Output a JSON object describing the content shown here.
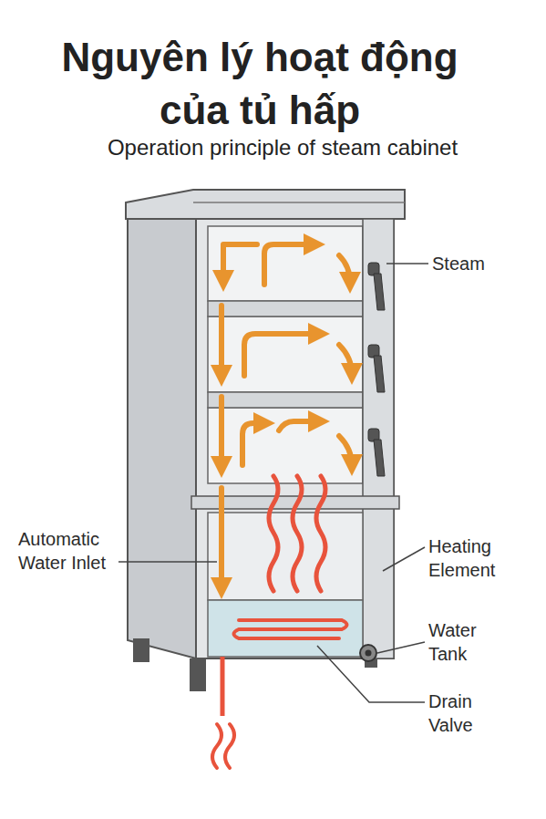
{
  "diagram": {
    "title": "Nguyên lý hoạt động của tủ hấp",
    "labels": [
      "Operation principle of steam cabinet",
      "Steam",
      "Automatic Water Inlet",
      "Heating Element",
      "Water Tank",
      "Drain Valve"
    ]
  }
}
